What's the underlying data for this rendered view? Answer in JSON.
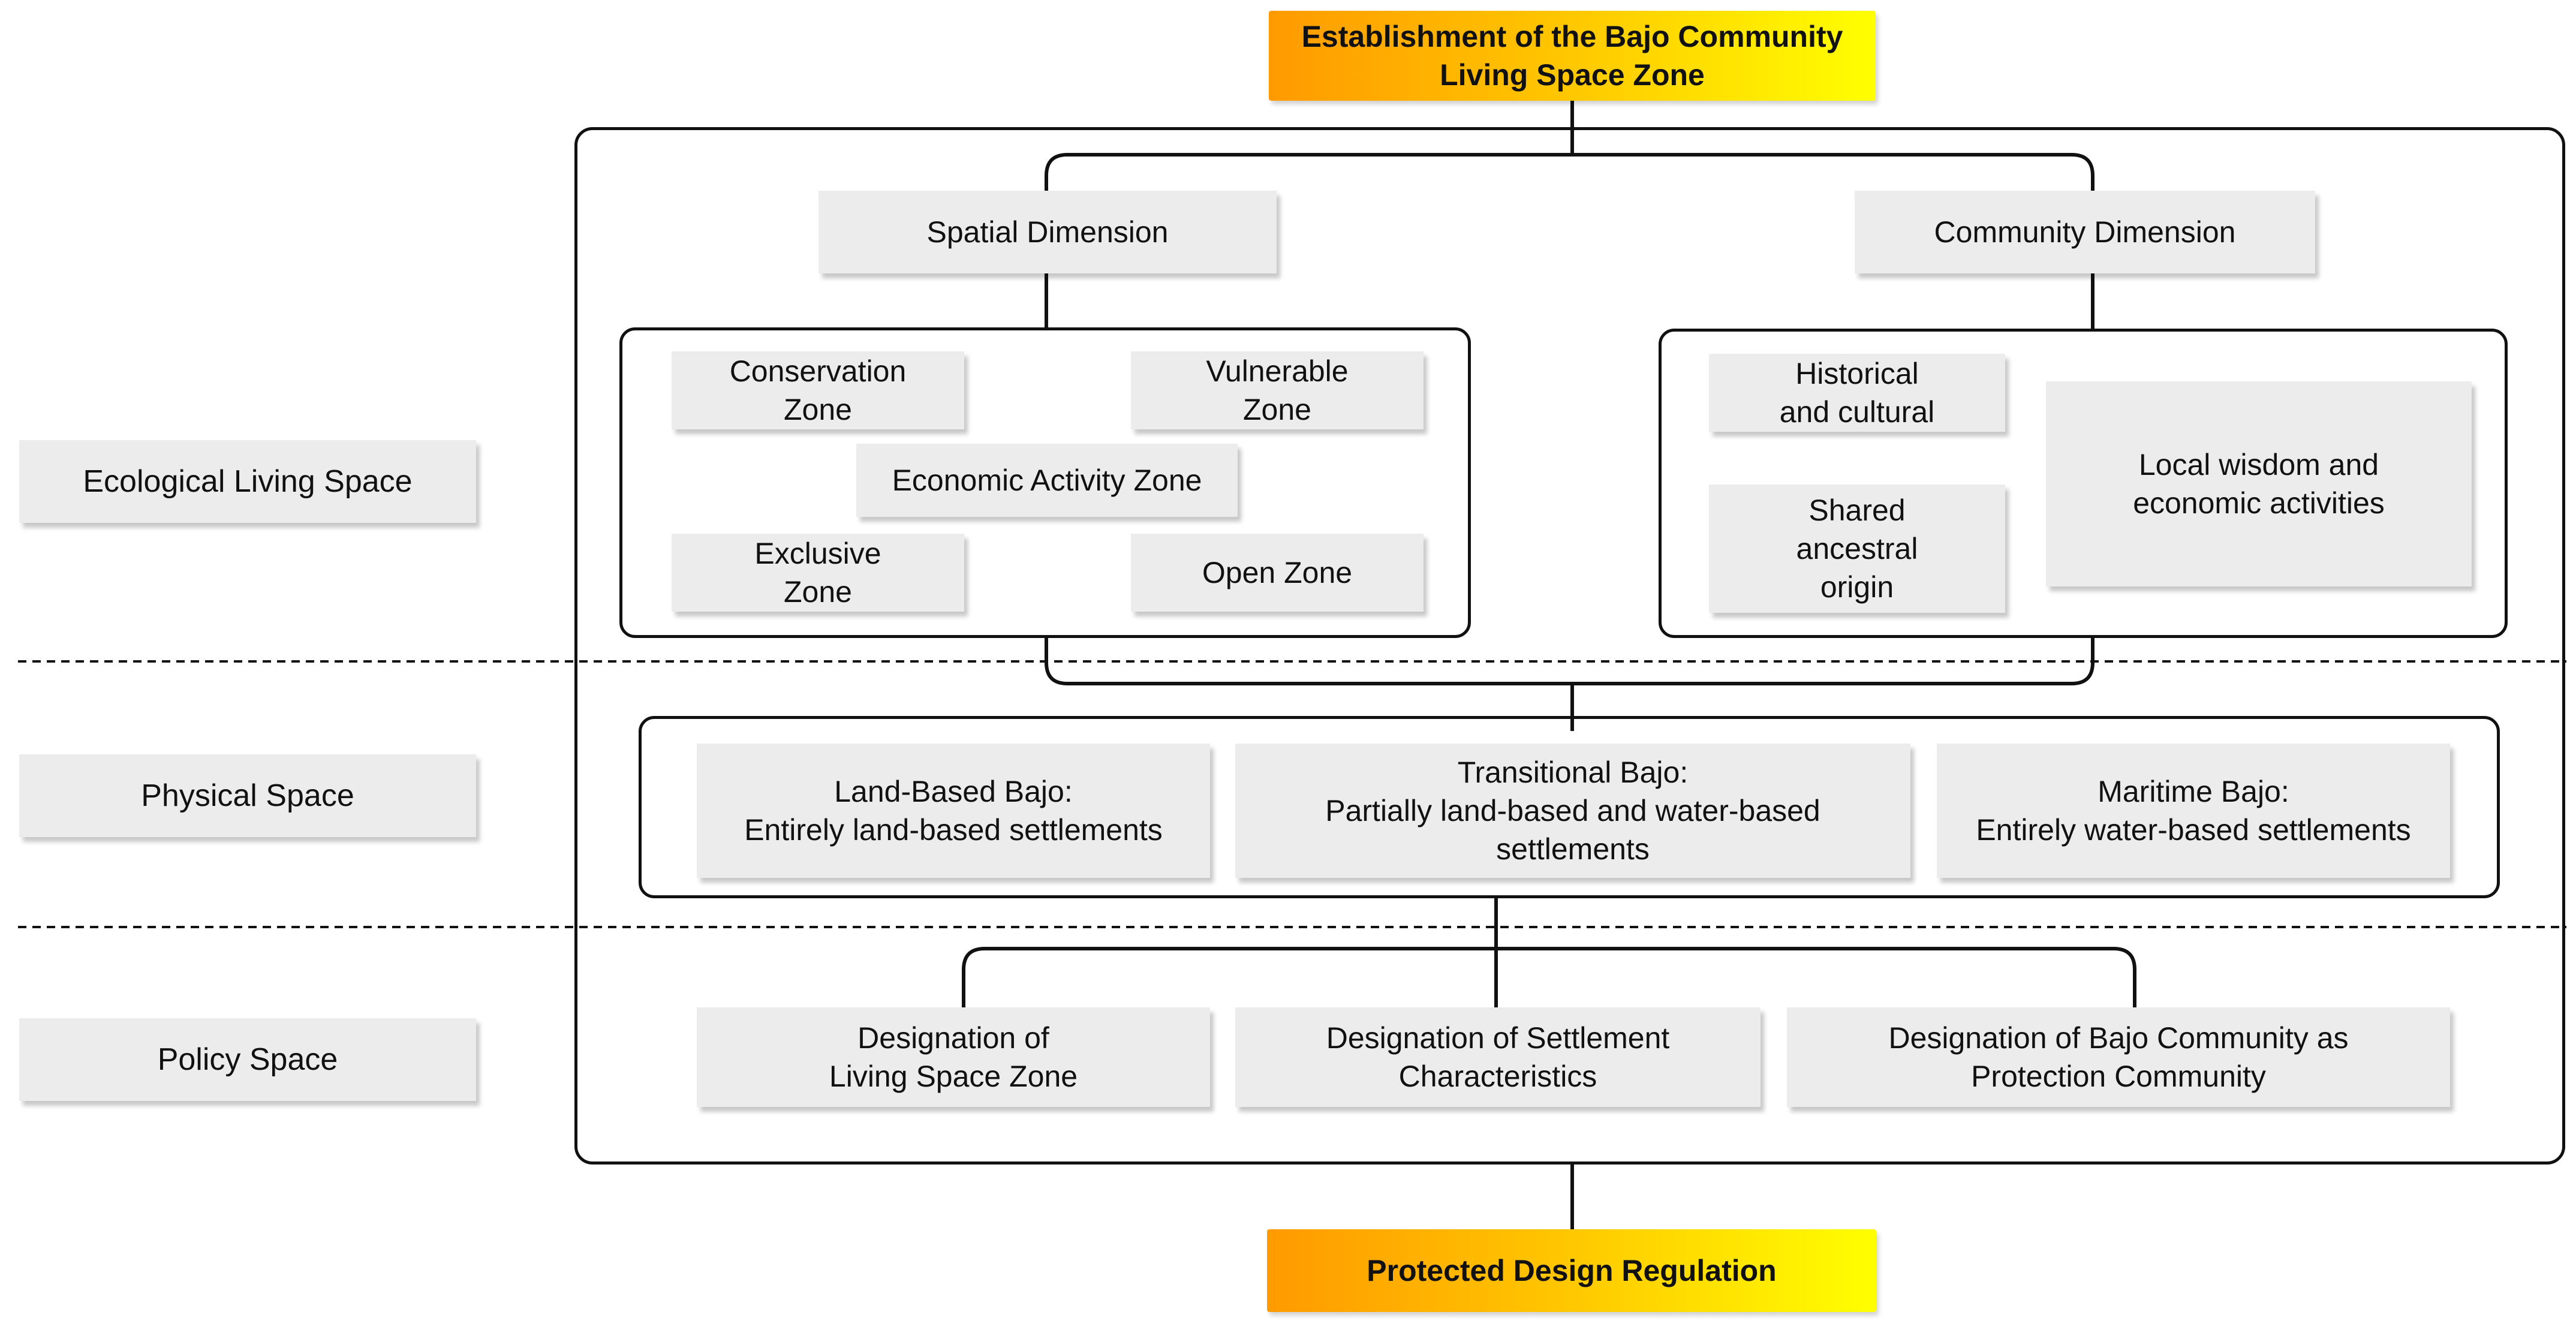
{
  "title": "Establishment of the Bajo Community\nLiving Space Zone",
  "output": "Protected Design Regulation",
  "layers": {
    "ecological": "Ecological Living Space",
    "physical": "Physical Space",
    "policy": "Policy Space"
  },
  "spatial": {
    "label": "Spatial Dimension",
    "zones": {
      "conservation": "Conservation\nZone",
      "vulnerable": "Vulnerable\nZone",
      "economic": "Economic Activity Zone",
      "exclusive": "Exclusive\nZone",
      "open": "Open Zone"
    }
  },
  "community": {
    "label": "Community Dimension",
    "items": {
      "historical": "Historical\nand cultural",
      "ancestral": "Shared\nancestral\norigin",
      "wisdom": "Local wisdom and\neconomic activities"
    }
  },
  "physical": {
    "land": "Land-Based Bajo:\nEntirely land-based settlements",
    "transitional": "Transitional Bajo:\nPartially land-based and water-based\nsettlements",
    "maritime": "Maritime Bajo:\nEntirely water-based settlements"
  },
  "policy": {
    "zone": "Designation of\nLiving Space Zone",
    "settlement": "Designation of Settlement\nCharacteristics",
    "protection": "Designation of Bajo Community as\nProtection Community"
  },
  "colors": {
    "highlight_start": "#ff9a00",
    "highlight_end": "#ffff00",
    "box_fill": "#ececec",
    "line": "#111111"
  }
}
